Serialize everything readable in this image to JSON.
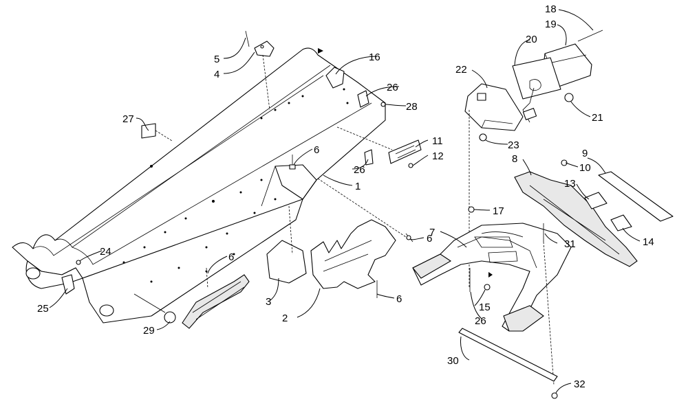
{
  "diagram": {
    "callouts": [
      "1",
      "2",
      "3",
      "4",
      "5",
      "6",
      "6",
      "6",
      "6",
      "7",
      "8",
      "9",
      "10",
      "11",
      "12",
      "13",
      "14",
      "15",
      "16",
      "17",
      "18",
      "19",
      "20",
      "21",
      "22",
      "23",
      "24",
      "25",
      "26",
      "26",
      "26",
      "27",
      "28",
      "29",
      "30",
      "31",
      "32"
    ]
  }
}
